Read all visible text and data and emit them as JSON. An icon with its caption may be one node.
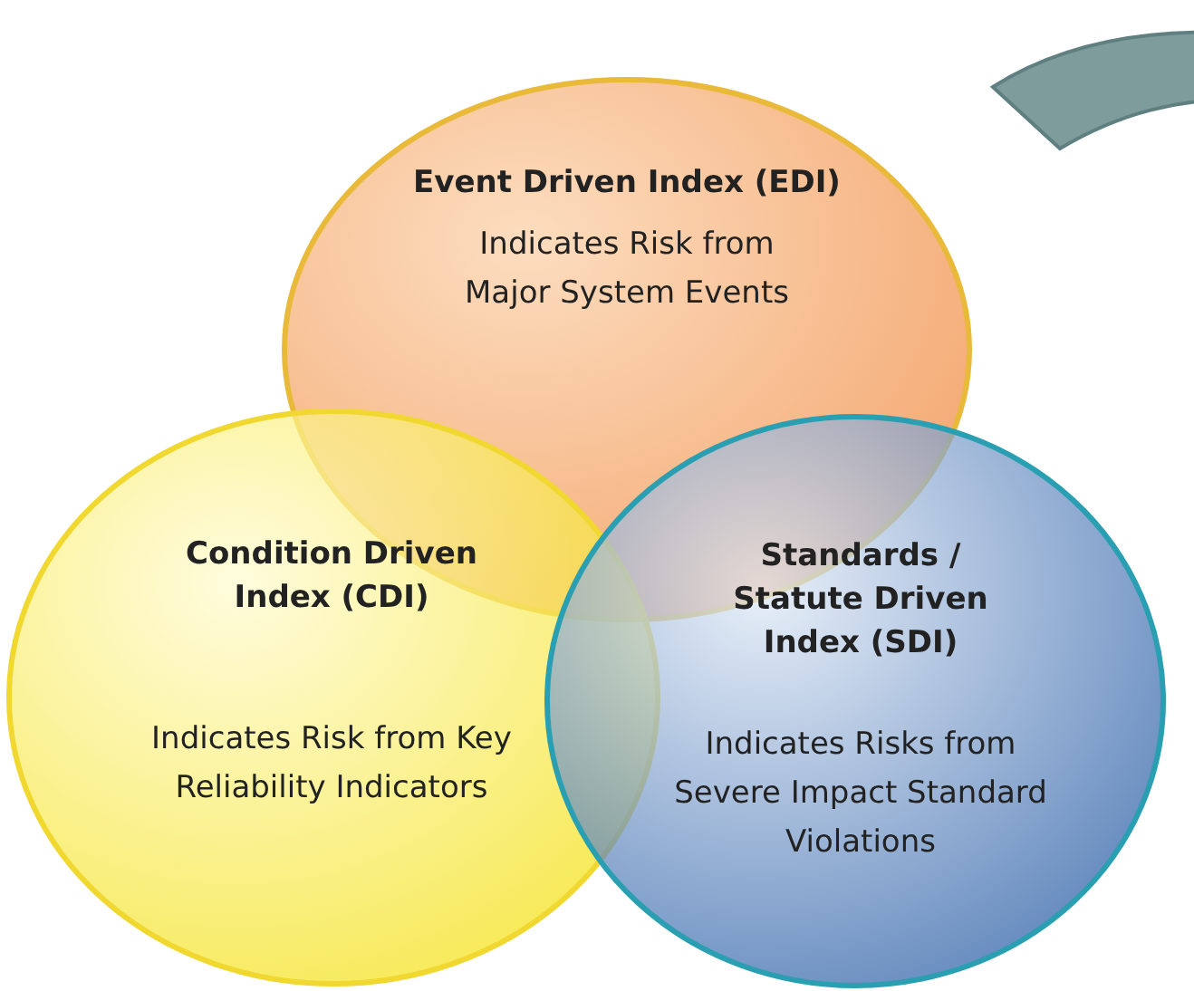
{
  "diagram": {
    "nodes": [
      {
        "text": [
          "Event Driven Index (EDI)",
          "Indicates Risk from Major System Events"
        ]
      },
      {
        "text": [
          "Condition Driven Index (CDI)",
          "Indicates Risk from Key Reliability Indicators"
        ]
      },
      {
        "text": [
          "Standards / Statute Driven Index (SDI)",
          "Indicates Risks from Severe Impact Standard Violations"
        ]
      },
      {
        "text": [],
        "shape": "arrow"
      }
    ]
  }
}
